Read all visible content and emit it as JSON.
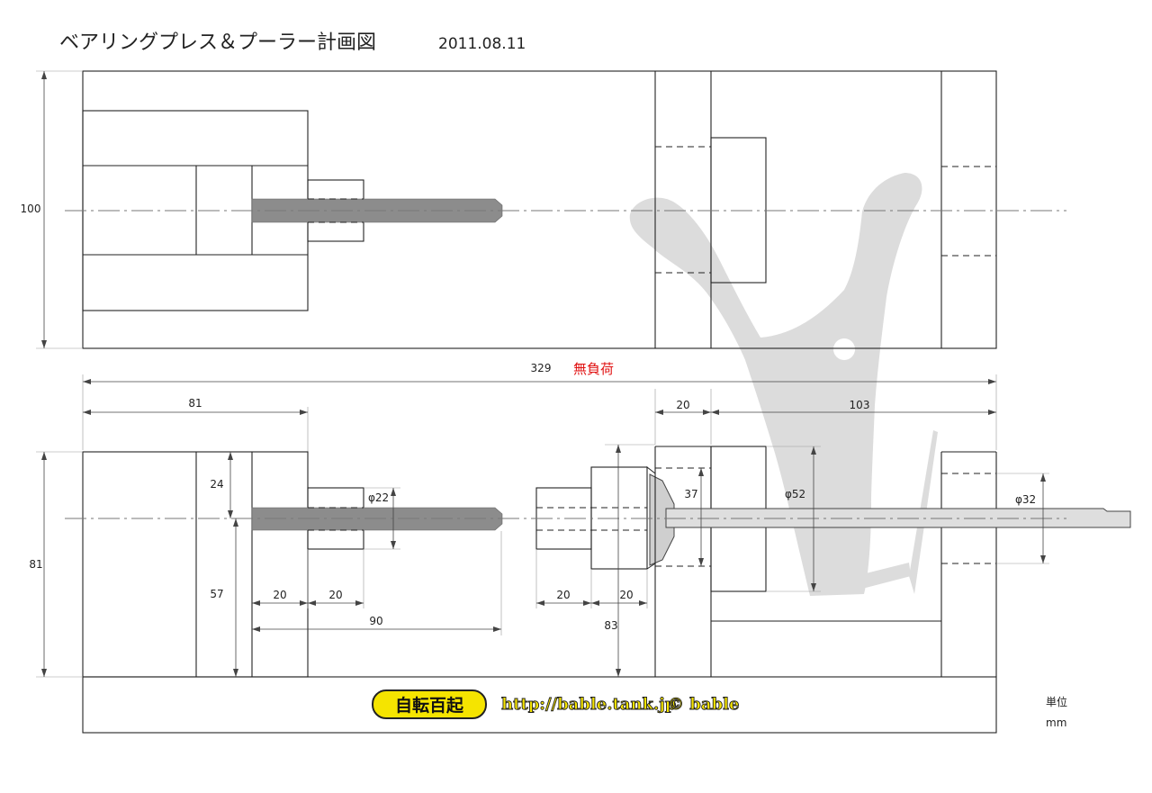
{
  "title": "ベアリングプレス＆プーラー計画図",
  "date": "2011.08.11",
  "note_red": "無負荷",
  "dims": {
    "top_height": "100",
    "total_length": "329",
    "left_length": "81",
    "collar_width": "20",
    "right_length": "103",
    "upper_height": "24",
    "lower_height": "57",
    "phi22": "φ22",
    "block_width_1": "20",
    "block_width_2": "20",
    "rod_length": "90",
    "left_height": "81",
    "tool_width_1": "20",
    "tool_width_2": "20",
    "tool_height": "83",
    "h37": "37",
    "phi52": "φ52",
    "phi32": "φ32"
  },
  "logo": {
    "kanji": "自転百起",
    "url": "http://bable.tank.jp",
    "copyright": "© bable"
  },
  "unit": {
    "label": "単位",
    "value": "mm"
  },
  "colors": {
    "red_note": "#e01010",
    "logo_fill": "#f5e400",
    "ghost": "#dcdcdc",
    "rod": "#8c8c8c"
  }
}
